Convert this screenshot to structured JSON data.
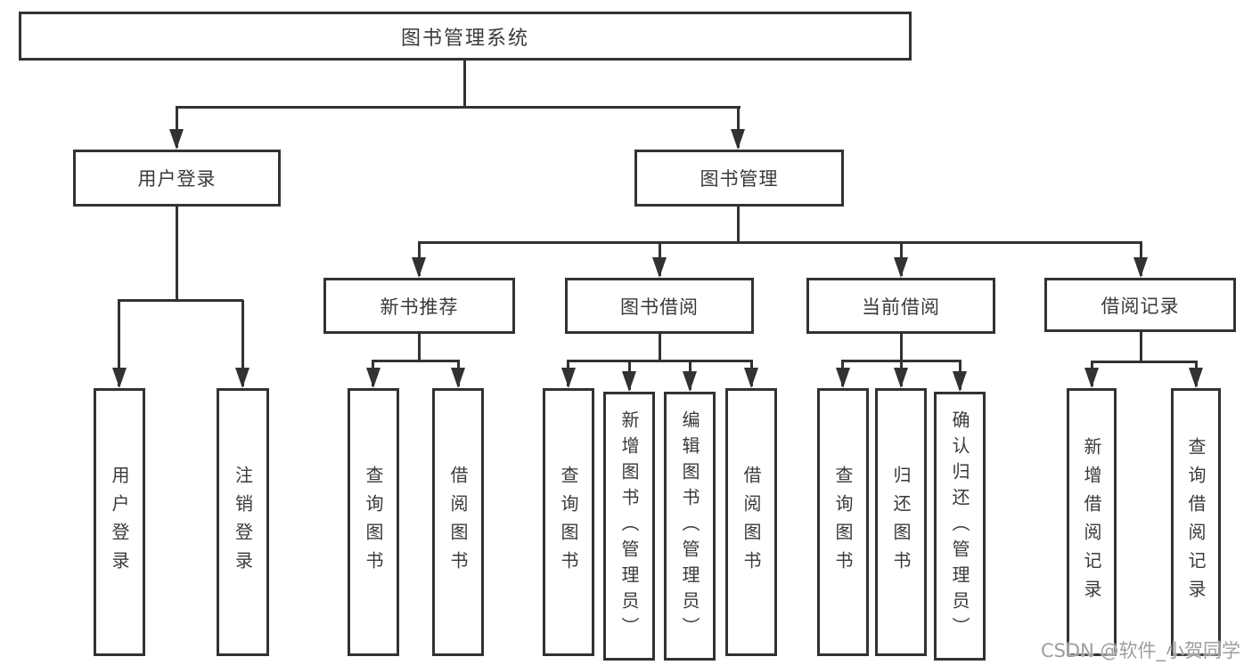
{
  "type": "tree-diagram",
  "colors": {
    "line": "#323232",
    "text": "#3a3a3a",
    "watermark": "#9e9e9e",
    "bg": "#ffffff"
  },
  "watermark": "CSDN @软件_小贺同学",
  "tree": {
    "root": {
      "label": "图书管理系统",
      "children": [
        {
          "label": "用户登录",
          "children": [
            {
              "label": "用户登录"
            },
            {
              "label": "注销登录"
            }
          ]
        },
        {
          "label": "图书管理",
          "children": [
            {
              "label": "新书推荐",
              "children": [
                {
                  "label": "查询图书"
                },
                {
                  "label": "借阅图书"
                }
              ]
            },
            {
              "label": "图书借阅",
              "children": [
                {
                  "label": "查询图书"
                },
                {
                  "label": "新增图书（管理员）"
                },
                {
                  "label": "编辑图书（管理员）"
                },
                {
                  "label": "借阅图书"
                }
              ]
            },
            {
              "label": "当前借阅",
              "children": [
                {
                  "label": "查询图书"
                },
                {
                  "label": "归还图书"
                },
                {
                  "label": "确认归还（管理员）"
                }
              ]
            },
            {
              "label": "借阅记录",
              "children": [
                {
                  "label": "新增借阅记录"
                },
                {
                  "label": "查询借阅记录"
                }
              ]
            }
          ]
        }
      ]
    }
  }
}
